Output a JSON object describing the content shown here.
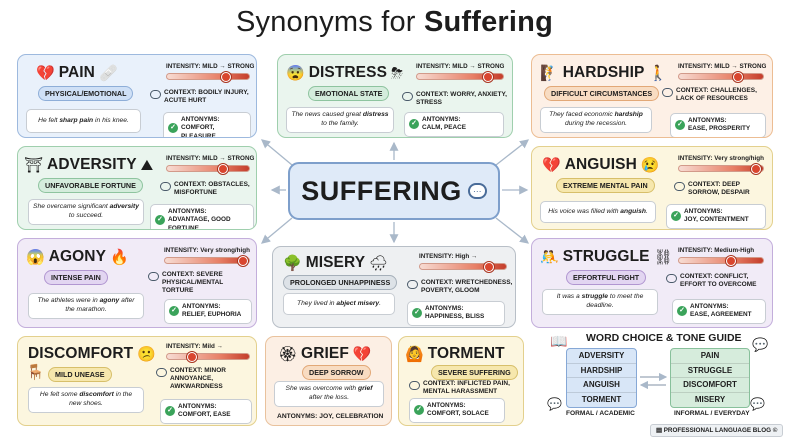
{
  "title": {
    "prefix": "Synonyms for ",
    "bold": "Suffering"
  },
  "center": {
    "word": "SUFFERING"
  },
  "cards": {
    "pain": {
      "word": "PAIN",
      "pill": "PHYSICAL/EMOTIONAL",
      "intensity": "INTENSITY: MILD → STRONG",
      "level": 0.72,
      "context": "CONTEXT: BODILY INJURY, ACUTE HURT",
      "example_pre": "He felt ",
      "example_bold": "sharp pain",
      "example_post": " in his knee.",
      "antonyms_label": "ANTONYMS:",
      "antonyms": "COMFORT, PLEASURE"
    },
    "distress": {
      "word": "DISTRESS",
      "pill": "EMOTIONAL STATE",
      "intensity": "INTENSITY: MILD → STRONG",
      "level": 0.82,
      "context": "CONTEXT: WORRY, ANXIETY, STRESS",
      "example_pre": "The news caused great ",
      "example_bold": "distress",
      "example_post": " to the family.",
      "antonyms_label": "ANTONYMS:",
      "antonyms": "CALM, PEACE"
    },
    "hardship": {
      "word": "HARDSHIP",
      "pill": "DIFFICULT CIRCUMSTANCES",
      "intensity": "INTENSITY: MILD → STRONG",
      "level": 0.7,
      "context": "CONTEXT: CHALLENGES, LACK OF RESOURCES",
      "example_pre": "They faced economic ",
      "example_bold": "hardship",
      "example_post": " during the recession.",
      "antonyms_label": "ANTONYMS:",
      "antonyms": "EASE, PROSPERITY"
    },
    "adversity": {
      "word": "ADVERSITY",
      "pill": "UNFAVORABLE FORTUNE",
      "intensity": "INTENSITY: MILD → STRONG",
      "level": 0.68,
      "context": "CONTEXT: OBSTACLES, MISFORTUNE",
      "example_pre": "She overcame significant ",
      "example_bold": "adversity",
      "example_post": " to succeed.",
      "antonyms_label": "ANTONYMS:",
      "antonyms": "ADVANTAGE, GOOD FORTUNE"
    },
    "anguish": {
      "word": "ANGUISH",
      "pill": "EXTREME MENTAL PAIN",
      "intensity": "INTENSITY: Very strong/high",
      "level": 0.92,
      "context": "CONTEXT: DEEP SORROW, DESPAIR",
      "example_pre": "His voice was filled with ",
      "example_bold": "anguish",
      "example_post": ".",
      "antonyms_label": "ANTONYMS:",
      "antonyms": "JOY, CONTENTMENT"
    },
    "agony": {
      "word": "AGONY",
      "pill": "INTENSE PAIN",
      "intensity": "INTENSITY: Very strong/high",
      "level": 0.93,
      "context": "CONTEXT: SEVERE PHYSICAL/MENTAL TORTURE",
      "example_pre": "The athletes were in ",
      "example_bold": "agony",
      "example_post": " after the marathon.",
      "antonyms_label": "ANTONYMS:",
      "antonyms": "RELIEF, EUPHORIA"
    },
    "misery": {
      "word": "MISERY",
      "pill": "PROLONGED UNHAPPINESS",
      "intensity": "INTENSITY: High →",
      "level": 0.8,
      "context": "CONTEXT: WRETCHEDNESS, POVERTY, GLOOM",
      "example_pre": "They lived in ",
      "example_bold": "abject misery",
      "example_post": ".",
      "antonyms_label": "ANTONYMS:",
      "antonyms": "HAPPINESS, BLISS"
    },
    "struggle": {
      "word": "STRUGGLE",
      "pill": "EFFORTFUL FIGHT",
      "intensity": "INTENSITY: Medium-High",
      "level": 0.62,
      "context": "CONTEXT: CONFLICT, EFFORT TO OVERCOME",
      "example_pre": "It was a ",
      "example_bold": "struggle",
      "example_post": " to meet the deadline.",
      "antonyms_label": "ANTONYMS:",
      "antonyms": "EASE, AGREEMENT"
    },
    "discomfort": {
      "word": "DISCOMFORT",
      "pill": "MILD UNEASE",
      "intensity": "INTENSITY: Mild →",
      "level": 0.3,
      "context": "CONTEXT: MINOR ANNOYANCE, AWKWARDNESS",
      "example_pre": "He felt some ",
      "example_bold": "discomfort",
      "example_post": " in the new shoes.",
      "antonyms_label": "ANTONYMS:",
      "antonyms": "COMFORT, EASE"
    },
    "grief": {
      "word": "GRIEF",
      "pill": "DEEP SORROW",
      "example_pre": "She was overcome with ",
      "example_bold": "grief",
      "example_post": " after the loss.",
      "antonyms_line": "ANTONYMS: JOY, CELEBRATION"
    },
    "torment": {
      "word": "TORMENT",
      "pill": "SEVERE SUFFERING",
      "context": "CONTEXT: INFLICTED PAIN, MENTAL HARASSMENT",
      "antonyms_label": "ANTONYMS:",
      "antonyms": "COMFORT, SOLACE"
    }
  },
  "guide": {
    "title": "WORD CHOICE & TONE GUIDE",
    "formal": [
      "ADVERSITY",
      "HARDSHIP",
      "ANGUISH",
      "TORMENT"
    ],
    "informal": [
      "PAIN",
      "STRUGGLE",
      "DISCOMFORT",
      "MISERY"
    ],
    "formal_label": "FORMAL / ACADEMIC",
    "informal_label": "INFORMAL / EVERYDAY"
  },
  "brand": "PROFESSIONAL LANGUAGE BLOG ©",
  "colors": {
    "bar_end": "#c43d2b",
    "antonym_check": "#3aa35a",
    "center_border": "#7e9fcb"
  }
}
